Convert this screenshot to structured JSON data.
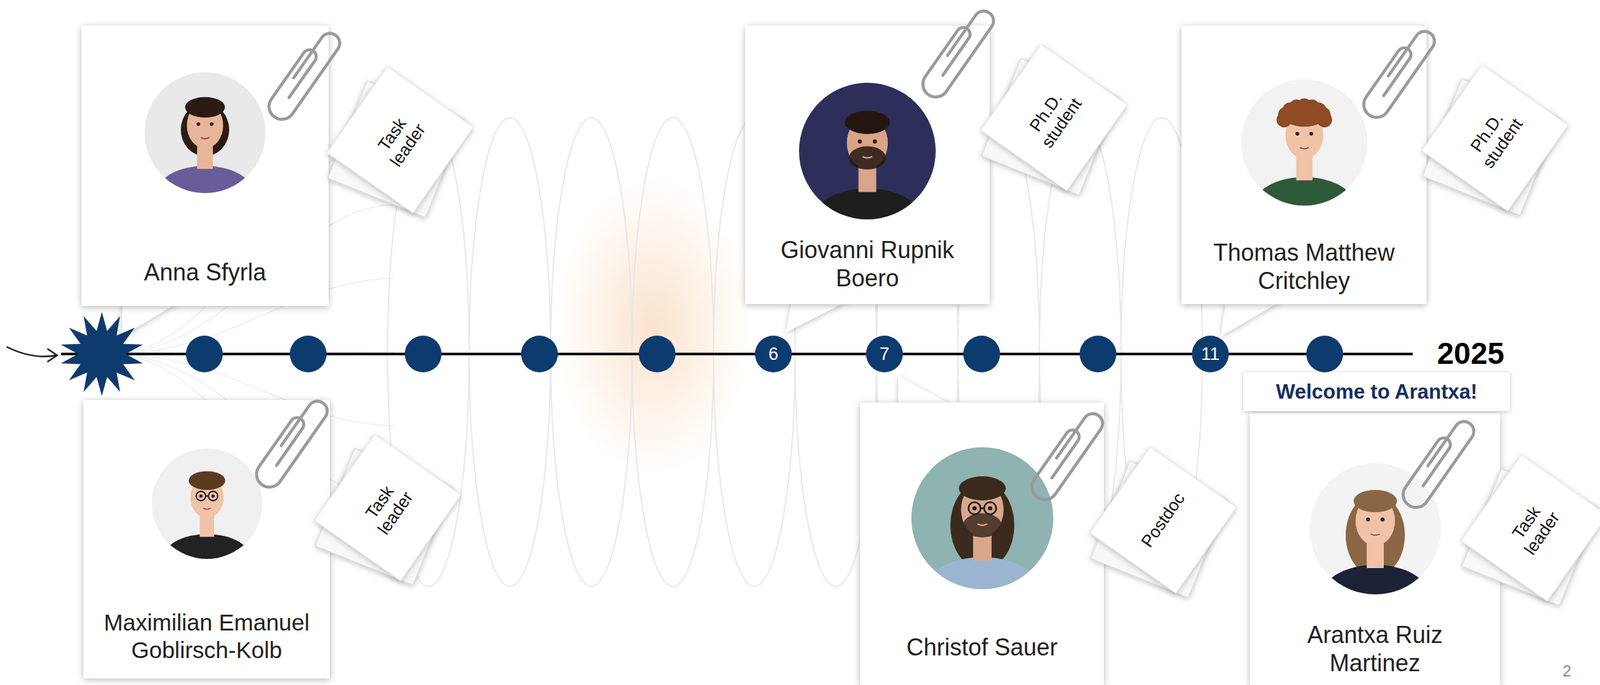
{
  "diagram": {
    "nodes": [
      {
        "text": [
          "Anna Sfyrla"
        ]
      },
      {
        "text": [
          "Task leader"
        ]
      },
      {
        "text": [
          "Giovanni Rupnik Boero"
        ]
      },
      {
        "text": [
          "Ph.D. student"
        ]
      },
      {
        "text": [
          "Thomas Matthew Critchley"
        ]
      },
      {
        "text": [
          "Ph.D. student"
        ]
      },
      {
        "text": [
          "6"
        ]
      },
      {
        "text": [
          "7"
        ]
      },
      {
        "text": [
          "11"
        ]
      },
      {
        "text": [
          "Welcome to Arantxa!"
        ]
      },
      {
        "text": [
          "Maximilian Emanuel Goblirsch-Kolb"
        ]
      },
      {
        "text": [
          "Task leader"
        ]
      },
      {
        "text": [
          "Christof Sauer"
        ]
      },
      {
        "text": [
          "Postdoc"
        ]
      },
      {
        "text": [
          "Arantxa Ruiz Martinez"
        ]
      },
      {
        "text": [
          "Task leader"
        ]
      }
    ],
    "labels": [
      "2025",
      "2"
    ]
  }
}
